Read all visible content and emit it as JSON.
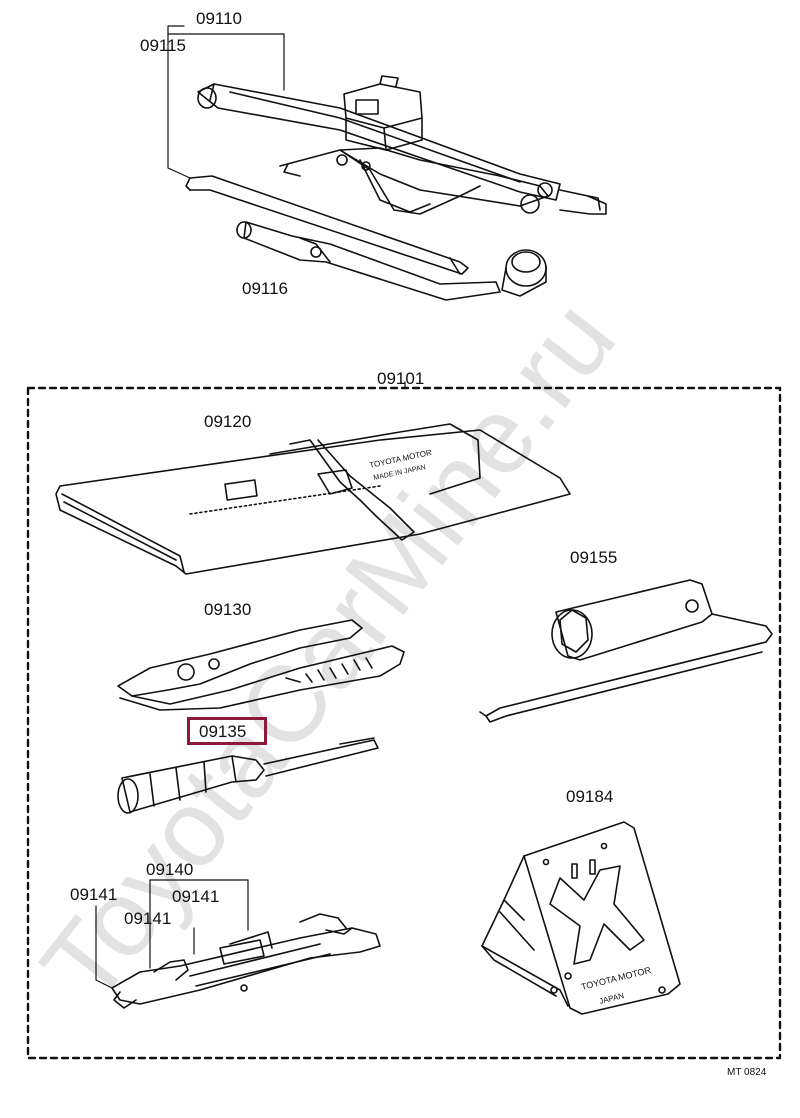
{
  "part_labels": {
    "p09110": "09110",
    "p09115": "09115",
    "p09116": "09116",
    "p09101": "09101",
    "p09120": "09120",
    "p09155": "09155",
    "p09130": "09130",
    "p09135": "09135",
    "p09184": "09184",
    "p09140": "09140",
    "p09141_a": "09141",
    "p09141_b": "09141",
    "p09141_c": "09141"
  },
  "stamps": {
    "pouch_text_1": "TOYOTA MOTOR",
    "pouch_text_2": "MADE IN JAPAN",
    "chock_text_1": "TOYOTA MOTOR",
    "chock_text_2": "JAPAN"
  },
  "figure_code": "MT 0824",
  "watermark": "ToyotaCarMine.ru",
  "highlighted_part": "09135",
  "colors": {
    "highlight": "#8b1a3a",
    "line": "#111111",
    "watermark": "#d9d9d9"
  }
}
